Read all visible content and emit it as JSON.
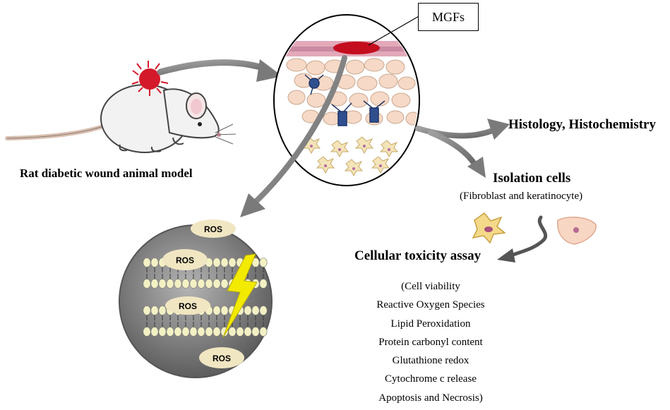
{
  "labels": {
    "mouse_caption": "Rat diabetic wound animal model",
    "mgfs": "MGFs",
    "histology": "Histology, Histochemistry",
    "isolation_title": "Isolation cells",
    "cell_types": "(Fibroblast and  keratinocyte)",
    "toxicity_title": "Cellular toxicity assay",
    "ros": [
      "ROS",
      "ROS",
      "ROS",
      "ROS"
    ]
  },
  "assays": [
    "(Cell viability",
    "Reactive Oxygen Species",
    "Lipid Peroxidation",
    "Protein carbonyl content",
    "Glutathione redox",
    "Cytochrome c release",
    "Apoptosis and Necrosis)"
  ],
  "colors": {
    "wound": "#d4192a",
    "arrow": "#808080",
    "membrane_bg": "#6e6e6e",
    "lipid_head": "#f3f1c4",
    "ros_bubble": "#f1e6c2",
    "lightning": "#f2ea00",
    "skin_cell": "#f6d9c6",
    "dermal_blue": "#2f4f8f"
  }
}
